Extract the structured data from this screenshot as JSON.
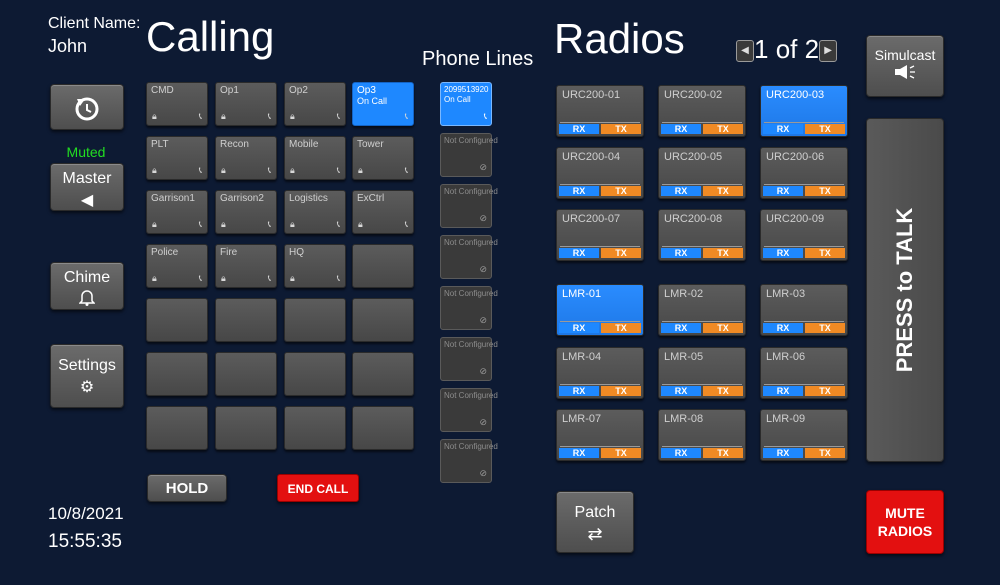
{
  "client": {
    "label": "Client Name:",
    "name": "John"
  },
  "titles": {
    "calling": "Calling",
    "phone_lines": "Phone Lines",
    "radios": "Radios"
  },
  "controls": {
    "muted_status": "Muted",
    "master_label": "Master",
    "chime_label": "Chime",
    "settings_label": "Settings",
    "simulcast_label": "Simulcast"
  },
  "datetime": {
    "date": "10/8/2021",
    "time": "15:55:35"
  },
  "calling_keys": [
    {
      "name": "CMD",
      "status": ""
    },
    {
      "name": "Op1",
      "status": ""
    },
    {
      "name": "Op2",
      "status": ""
    },
    {
      "name": "Op3",
      "status": "On Call"
    },
    {
      "name": "PLT",
      "status": ""
    },
    {
      "name": "Recon",
      "status": ""
    },
    {
      "name": "Mobile",
      "status": ""
    },
    {
      "name": "Tower",
      "status": ""
    },
    {
      "name": "Garrison1",
      "status": ""
    },
    {
      "name": "Garrison2",
      "status": ""
    },
    {
      "name": "Logistics",
      "status": ""
    },
    {
      "name": "ExCtrl",
      "status": ""
    },
    {
      "name": "Police",
      "status": ""
    },
    {
      "name": "Fire",
      "status": ""
    },
    {
      "name": "HQ",
      "status": ""
    }
  ],
  "phone_lines": [
    {
      "line1": "2099513920",
      "line2": "On Call"
    },
    {
      "line1": "Not Configured",
      "line2": ""
    },
    {
      "line1": "Not Configured",
      "line2": ""
    },
    {
      "line1": "Not Configured",
      "line2": ""
    },
    {
      "line1": "Not Configured",
      "line2": ""
    },
    {
      "line1": "Not Configured",
      "line2": ""
    },
    {
      "line1": "Not Configured",
      "line2": ""
    },
    {
      "line1": "Not Configured",
      "line2": ""
    }
  ],
  "radio_labels": {
    "rx": "RX",
    "tx": "TX"
  },
  "radios": [
    {
      "name": "URC200-01"
    },
    {
      "name": "URC200-02"
    },
    {
      "name": "URC200-03"
    },
    {
      "name": "URC200-04"
    },
    {
      "name": "URC200-05"
    },
    {
      "name": "URC200-06"
    },
    {
      "name": "URC200-07"
    },
    {
      "name": "URC200-08"
    },
    {
      "name": "URC200-09"
    },
    {
      "name": "LMR-01"
    },
    {
      "name": "LMR-02"
    },
    {
      "name": "LMR-03"
    },
    {
      "name": "LMR-04"
    },
    {
      "name": "LMR-05"
    },
    {
      "name": "LMR-06"
    },
    {
      "name": "LMR-07"
    },
    {
      "name": "LMR-08"
    },
    {
      "name": "LMR-09"
    }
  ],
  "pagination": {
    "current": "1",
    "of": "of",
    "total": "2"
  },
  "actions": {
    "hold": "HOLD",
    "end_call": "END CALL",
    "patch": "Patch",
    "press_to_talk": "PRESS to TALK",
    "mute_radios_line1": "MUTE",
    "mute_radios_line2": "RADIOS"
  },
  "icons": {
    "replay": "replay-icon",
    "speaker": "speaker-icon",
    "bell": "bell-icon",
    "gears": "gears-icon",
    "megaphone": "megaphone-icon",
    "lock": "lock-icon",
    "phone": "phone-icon",
    "disabled": "disabled-icon",
    "swap": "swap-arrows-icon"
  },
  "colors": {
    "background": "#0d1a33",
    "active_blue": "#1e88ff",
    "tx_orange": "#f08a24",
    "alert_red": "#e31010",
    "muted_green": "#22dd22"
  }
}
